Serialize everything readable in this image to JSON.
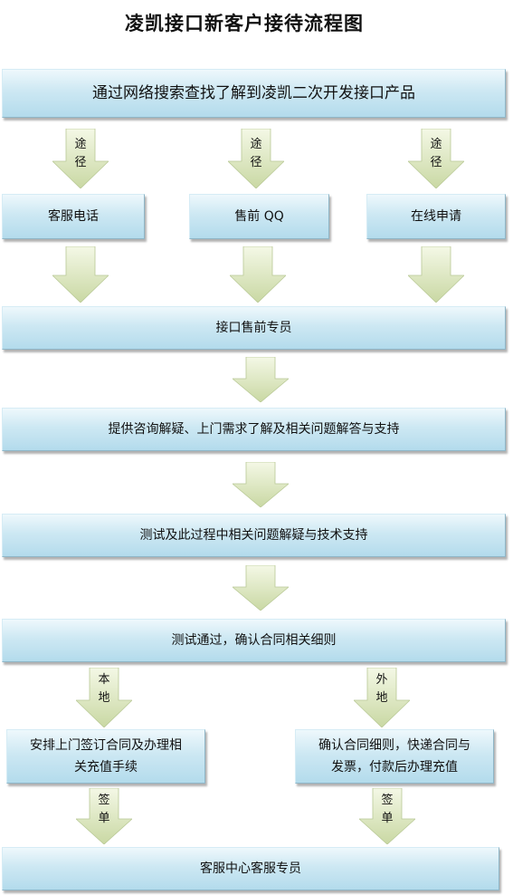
{
  "title": "凌凯接口新客户接待流程图",
  "colors": {
    "box_light": "#eef8fc",
    "box_dark": "#b3dbec",
    "arrow_light": "#f4f8e6",
    "arrow_dark": "#c9d8a3"
  },
  "nodes": {
    "search": "通过网络搜索查找了解到凌凯二次开发接口产品",
    "phone": "客服电话",
    "qq": "售前 QQ",
    "online": "在线申请",
    "presales": "接口售前专员",
    "consult": "提供咨询解疑、上门需求了解及相关问题解答与支持",
    "test": "测试及此过程中相关问题解疑与技术支持",
    "pass": "测试通过，确认合同相关细则",
    "local": [
      "安排上门签订合同及办理相",
      "关充值手续"
    ],
    "remote": [
      "确认合同细则，快递合同与",
      "发票，付款后办理充值"
    ],
    "service": "客服中心客服专员"
  },
  "arrow_labels": {
    "route": [
      "途",
      "径"
    ],
    "local": [
      "本",
      "地"
    ],
    "remote": [
      "外",
      "地"
    ],
    "sign": [
      "签",
      "单"
    ]
  }
}
